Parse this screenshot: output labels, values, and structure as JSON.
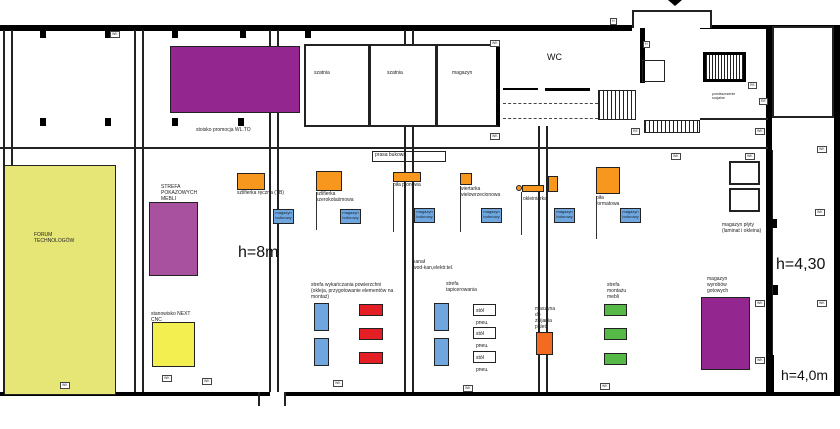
{
  "plan": {
    "title": "Floor plan – production hall",
    "heights": {
      "main": "h=8m",
      "side": "h=4,30",
      "corner": "h=4,0m"
    },
    "rooms": {
      "wc": "WC",
      "szatnia_1": "szatnia",
      "szatnia_2": "szatnia",
      "magazyn": "magazyn",
      "pomieszczenie": "pomieszczenie\nsocjalne",
      "promo": "stoisko promocja WL.TO"
    },
    "zones": {
      "forum": "FORUM\nTECHNOLOGÓW",
      "strefa_pokazowa": "STREFA\nPOKAZOWYCH\nMEBLI",
      "next_cnc": "stanowisko NEXT\nCNC",
      "wykanczanie": "strefa wykańczania powierzchni\n(okleja, przygotowanie elementów na\nmontaż)",
      "tapicerowania": "strefa\ntapicerowania",
      "montazu": "strefa\nmontażu\nmebli",
      "magazyn_plyty": "magazyn płyty\n(laminat i okleina)",
      "magazyn_wyrobow": "magazyn\nwyrobów\ngotowych",
      "kanal": "kanał\nwod-kan,elektr.tel.",
      "prasa": "prasa bukowa",
      "maszyna": "maszyna\ndo\nzbijania\npalet"
    },
    "machines": [
      {
        "label": "szlifierka ręczna (TB)"
      },
      {
        "label": "szlifierka\nszerokotaśmowa"
      },
      {
        "label": "piła pionowa"
      },
      {
        "label": "wiertarka\nwielowrzecionowa"
      },
      {
        "label": "okleiniarka"
      },
      {
        "label": "piła\nformatowa"
      }
    ],
    "buffer_label": "magazyn\nbuforowy",
    "pneu_label": "stół pneu.",
    "tags": {
      "wk": "WK",
      "re": "RE",
      "h": "H"
    }
  }
}
